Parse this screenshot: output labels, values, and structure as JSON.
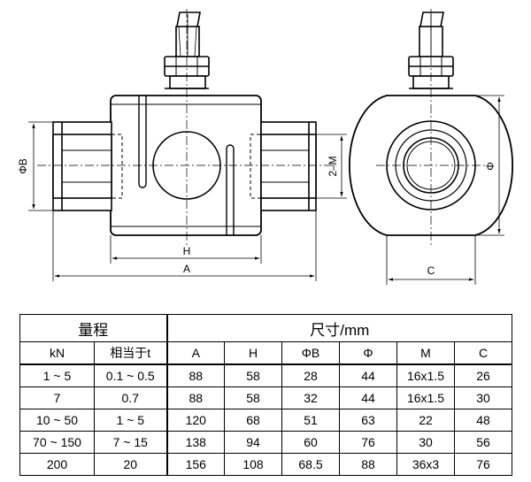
{
  "drawing": {
    "front_view": {
      "dim_H": "H",
      "dim_A": "A",
      "dim_PhiB": "ΦB",
      "dim_M": "2–M"
    },
    "side_view": {
      "dim_Phi": "Φ",
      "dim_C": "C"
    }
  },
  "table": {
    "group_range": "量程",
    "group_size": "尺寸/mm",
    "columns": [
      "kN",
      "相当于t",
      "A",
      "H",
      "ΦB",
      "Φ",
      "M",
      "C"
    ],
    "rows": [
      [
        "1 ~ 5",
        "0.1 ~ 0.5",
        "88",
        "58",
        "28",
        "44",
        "16x1.5",
        "26"
      ],
      [
        "7",
        "0.7",
        "88",
        "58",
        "32",
        "44",
        "16x1.5",
        "30"
      ],
      [
        "10 ~ 50",
        "1 ~ 5",
        "120",
        "68",
        "51",
        "63",
        "22",
        "48"
      ],
      [
        "70 ~ 150",
        "7 ~ 15",
        "138",
        "94",
        "60",
        "76",
        "30",
        "56"
      ],
      [
        "200",
        "20",
        "156",
        "108",
        "68.5",
        "88",
        "36x3",
        "76"
      ]
    ]
  }
}
